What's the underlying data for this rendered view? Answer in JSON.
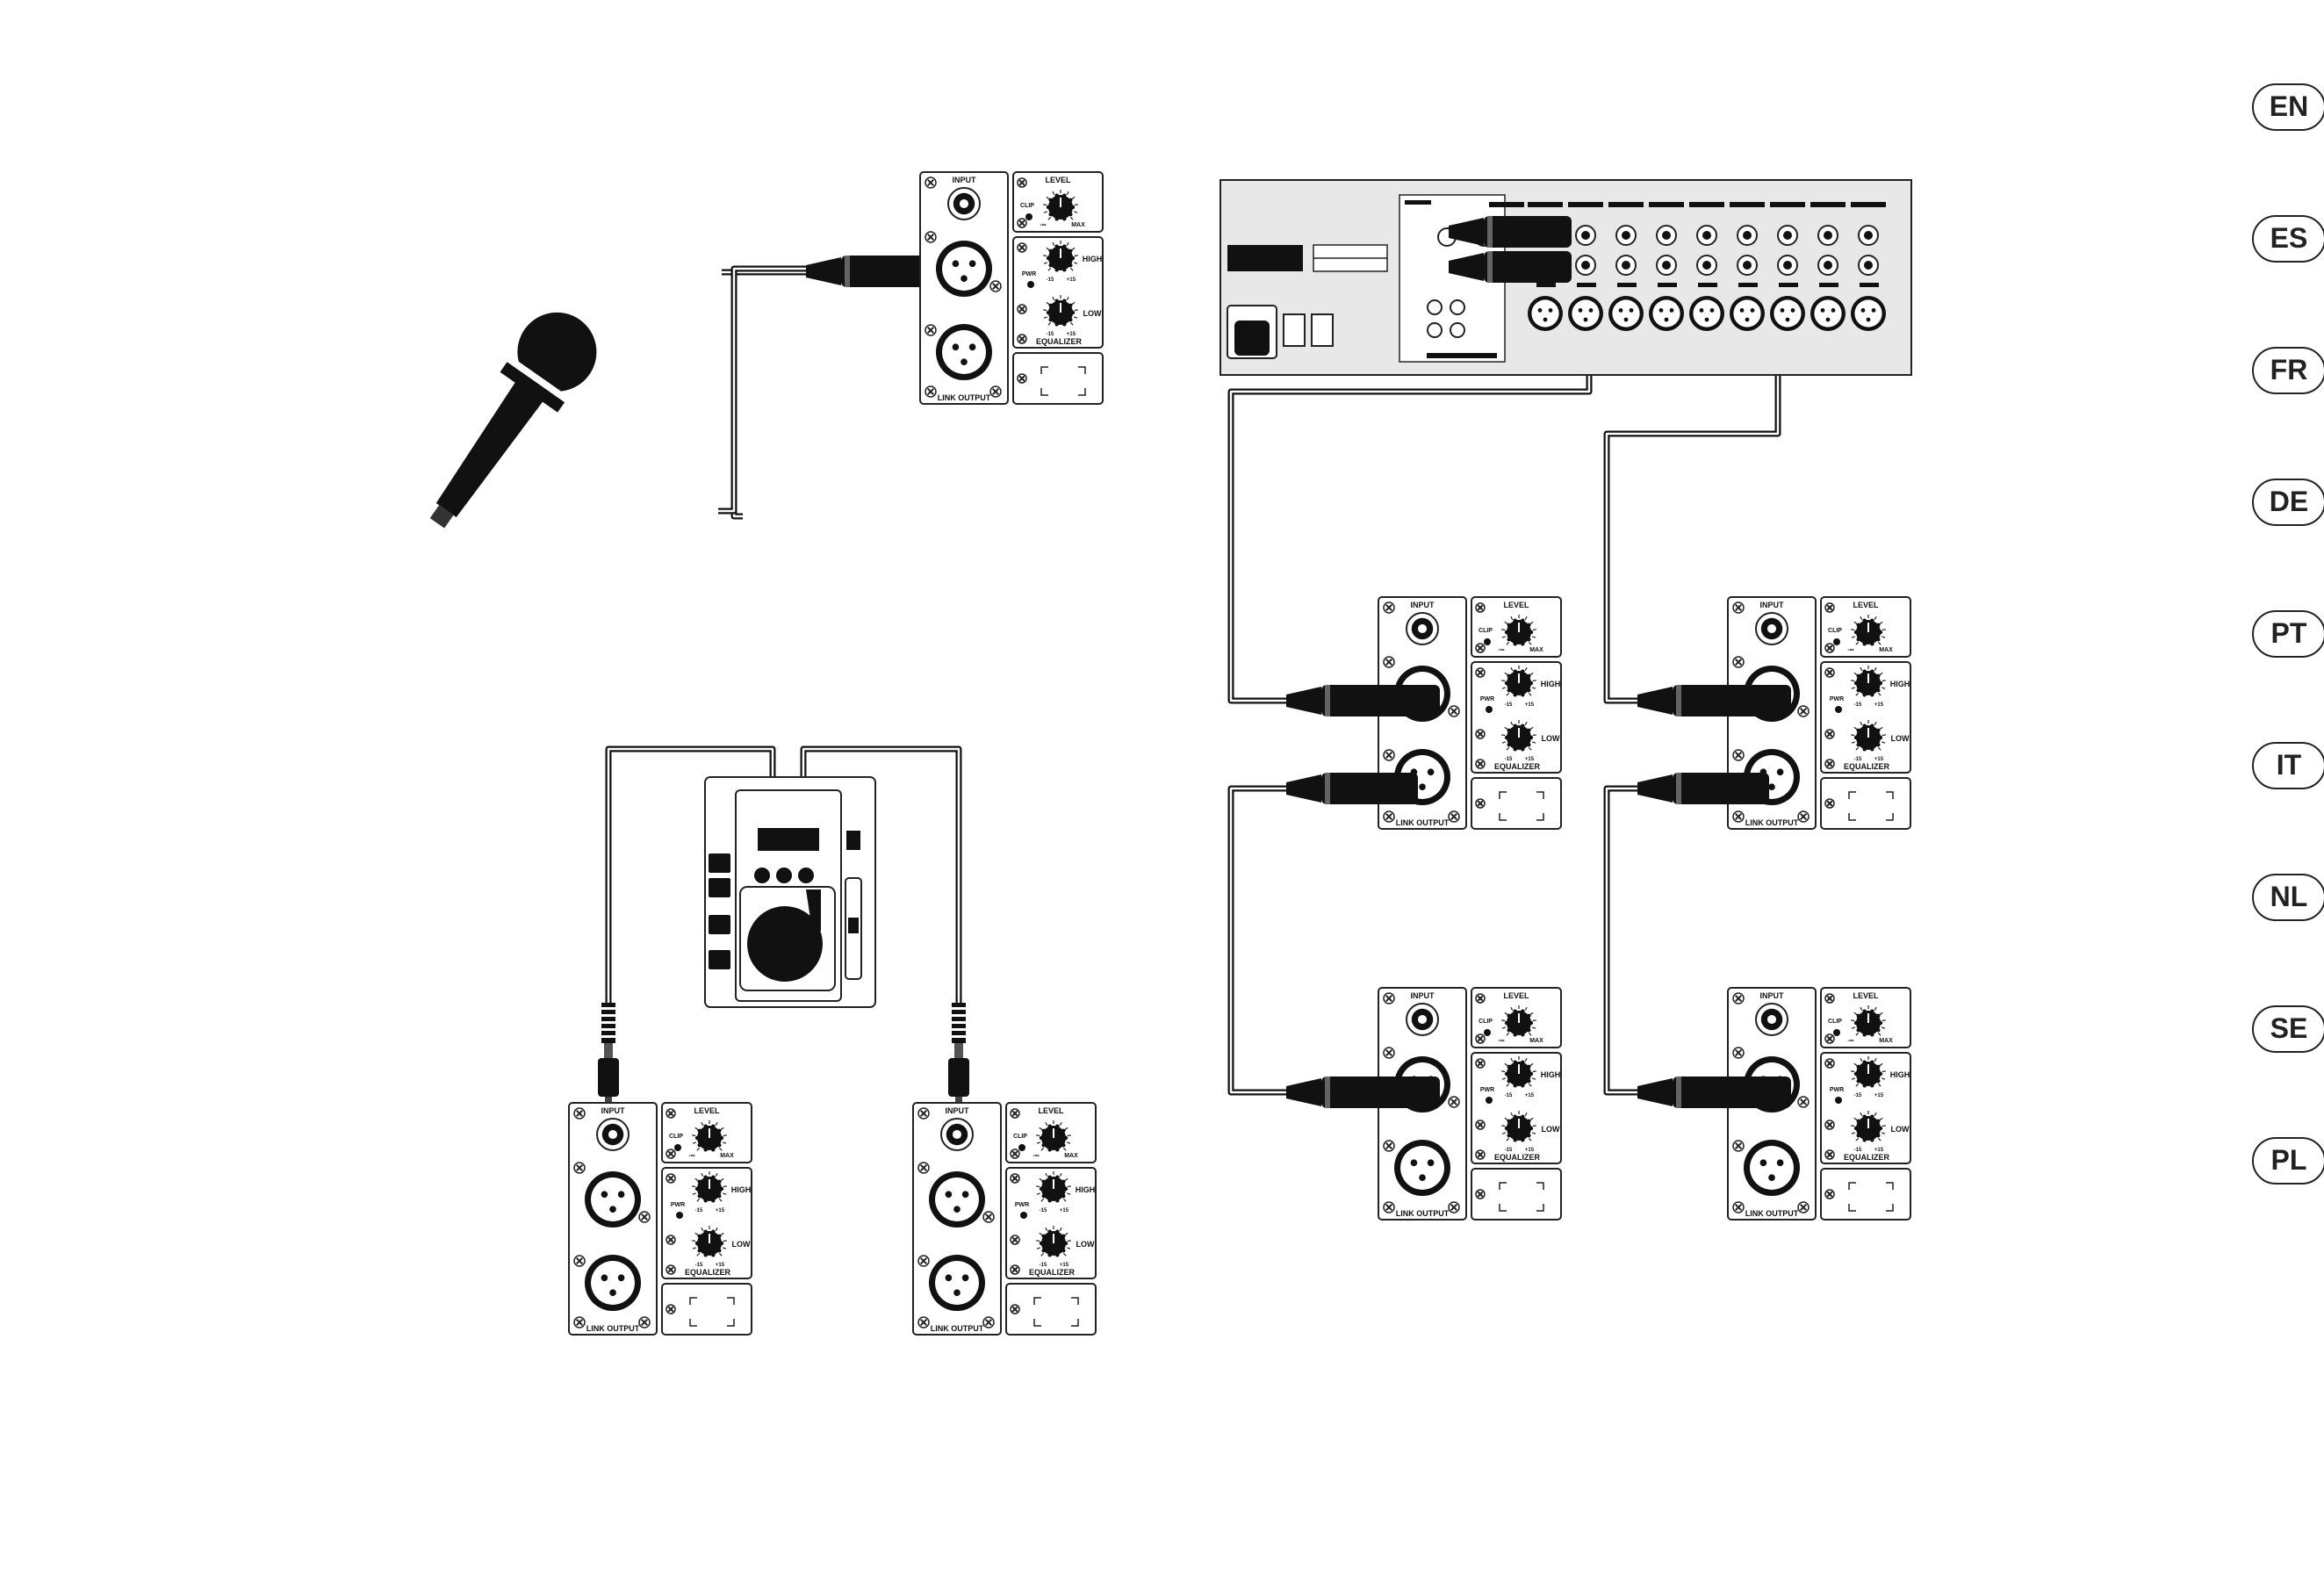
{
  "languages": [
    "EN",
    "ES",
    "FR",
    "DE",
    "PT",
    "IT",
    "NL",
    "SE",
    "PL"
  ],
  "panel_labels": {
    "input": "INPUT",
    "level": "LEVEL",
    "clip": "CLIP",
    "min": "-∞",
    "max": "MAX",
    "high": "HIGH",
    "low": "LOW",
    "pwr": "PWR",
    "eq_minus": "-15",
    "eq_plus": "+15",
    "equalizer": "EQUALIZER",
    "link_output": "LINK OUTPUT"
  },
  "scenes": [
    {
      "name": "microphone-to-speaker",
      "source": "microphone-icon",
      "speakers": 1
    },
    {
      "name": "cd-player-to-speakers",
      "source": "cd-player-icon",
      "speakers": 2
    },
    {
      "name": "mixer-to-linked-speakers",
      "source": "mixer-icon",
      "speakers": 4
    }
  ]
}
